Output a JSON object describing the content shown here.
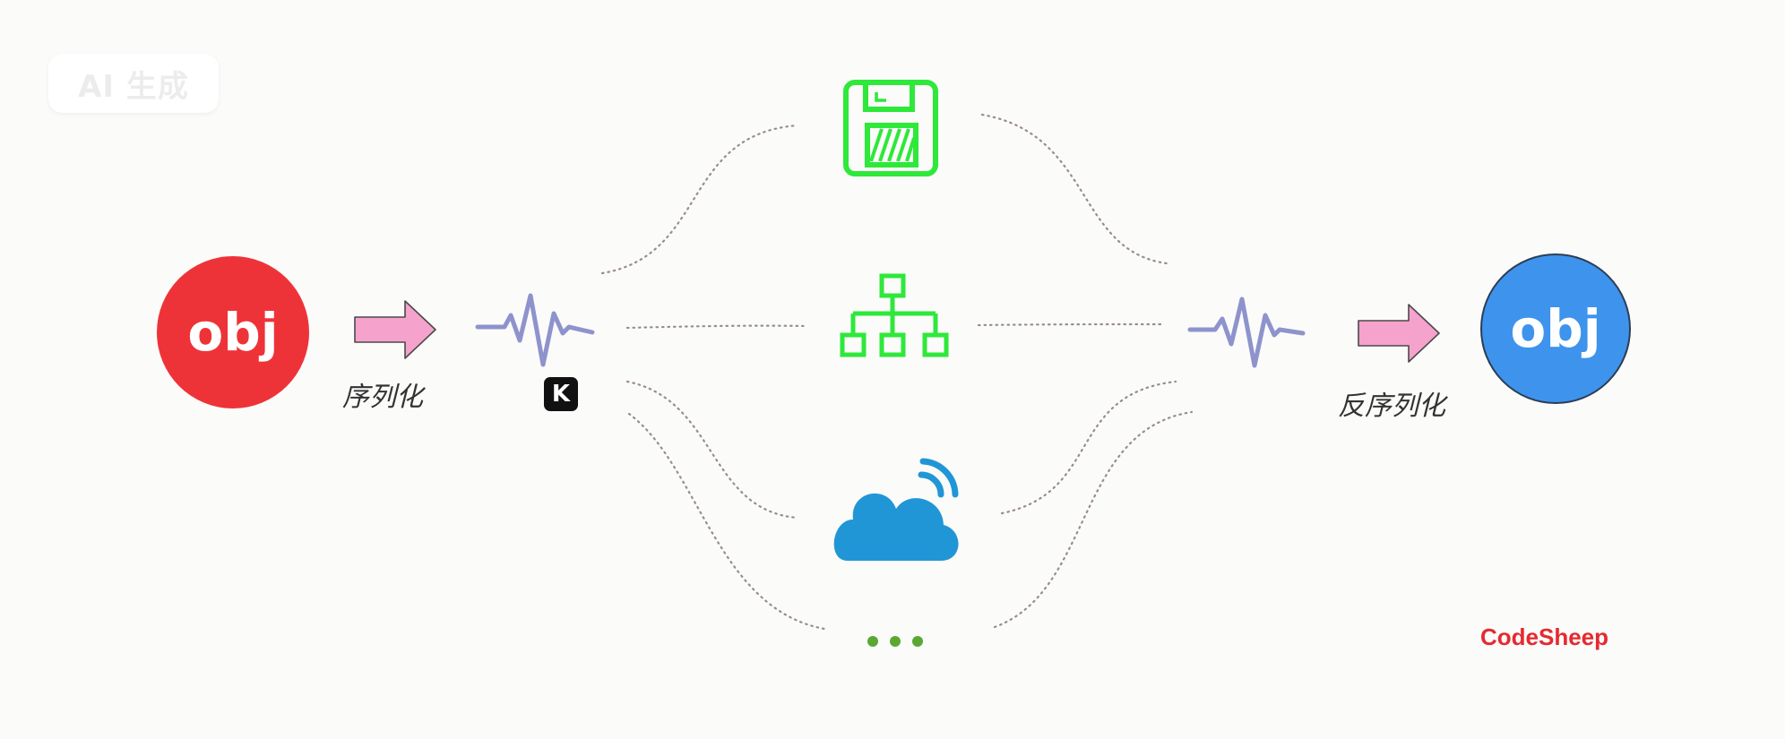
{
  "watermark": "AI 生成",
  "source_object": {
    "label": "obj",
    "color": "#ee3338"
  },
  "target_object": {
    "label": "obj",
    "color": "#3e93ed"
  },
  "serialize_label": "序列化",
  "deserialize_label": "反序列化",
  "app_badge_icon": "kuaishou-logo-icon",
  "storage_options": [
    {
      "icon": "floppy-disk-icon",
      "color": "#2ee83a"
    },
    {
      "icon": "network-tree-icon",
      "color": "#2ee83a"
    },
    {
      "icon": "wireless-cloud-icon",
      "color": "#2196d6"
    },
    {
      "icon": "ellipsis-icon",
      "color": "#5aa832"
    }
  ],
  "brand": "CodeSheep",
  "colors": {
    "arrow": "#f5a3cc",
    "wave": "#8e93cc",
    "connector": "#9a8c8c"
  }
}
